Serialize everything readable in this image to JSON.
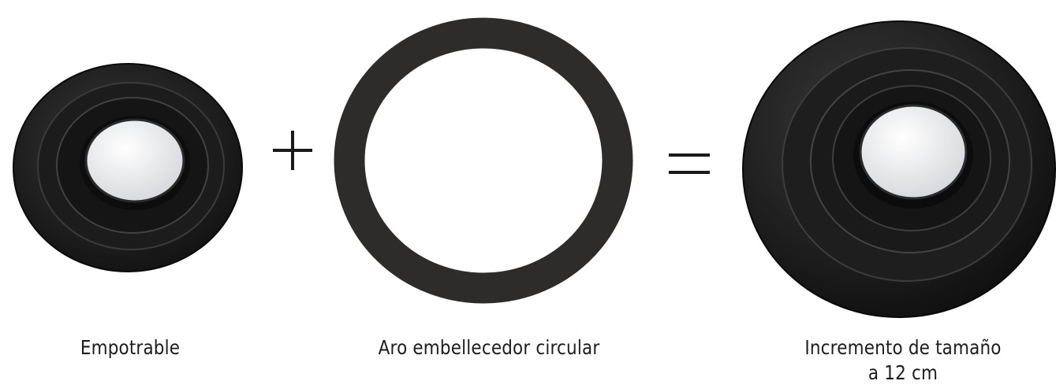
{
  "products": [
    {
      "image_icon": "recessed-spotlight-icon",
      "caption": [
        "Empotrable"
      ]
    },
    {
      "image_icon": "trim-ring-icon",
      "caption": [
        "Aro embellecedor circular"
      ]
    },
    {
      "image_icon": "enlarged-spotlight-icon",
      "caption": [
        "Incremento de tamaño",
        "a 12 cm"
      ]
    }
  ],
  "operators": {
    "plus_icon": "plus-icon",
    "equals_icon": "equals-icon"
  },
  "colors": {
    "background": "#ffffff",
    "fixture": "#1b1b1b",
    "ring": "#2e2c2b",
    "lens": "#e9eaec",
    "caption": "#1d1d1b"
  }
}
